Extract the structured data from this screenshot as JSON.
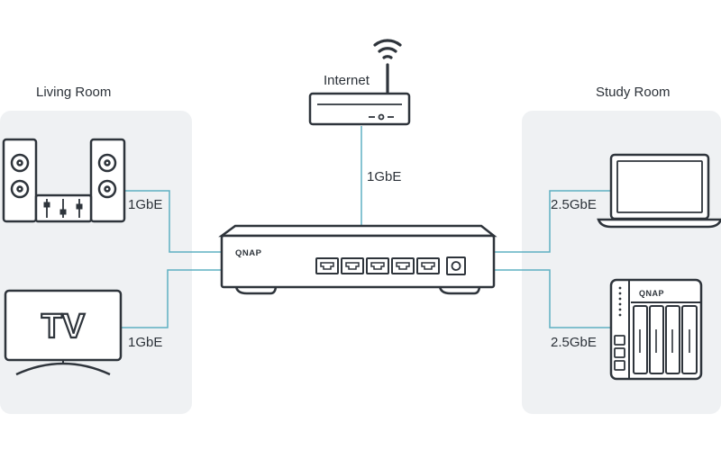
{
  "rooms": {
    "living": {
      "label": "Living Room"
    },
    "study": {
      "label": "Study Room"
    }
  },
  "internet": {
    "label": "Internet"
  },
  "links": {
    "router": {
      "speed": "1GbE"
    },
    "stereo": {
      "speed": "1GbE"
    },
    "tv": {
      "speed": "1GbE"
    },
    "laptop": {
      "speed": "2.5GbE"
    },
    "nas": {
      "speed": "2.5GbE"
    }
  },
  "switch": {
    "brand": "QNAP"
  },
  "nas": {
    "brand": "QNAP"
  },
  "tv": {
    "text": "TV"
  },
  "colors": {
    "outline": "#2e343b",
    "cable": "#5fb0c2",
    "room_bg": "#eff1f3",
    "device_fill": "#ffffff"
  },
  "icons": [
    "wifi-icon",
    "router-icon",
    "speaker-icon",
    "audio-mixer-icon",
    "tv-icon",
    "switch-icon",
    "laptop-icon",
    "nas-icon"
  ]
}
